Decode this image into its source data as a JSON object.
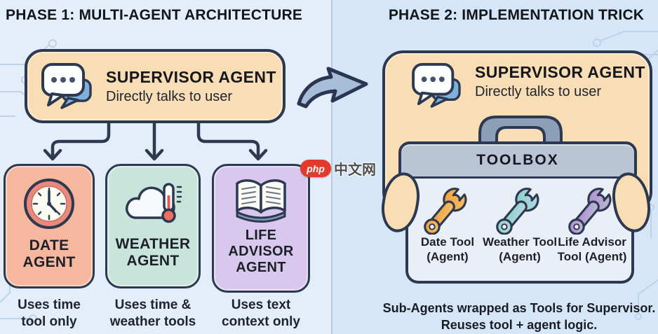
{
  "phase1": {
    "title": "PHASE 1: MULTI-AGENT ARCHITECTURE",
    "supervisor": {
      "title": "SUPERVISOR AGENT",
      "subtitle": "Directly talks to user",
      "icon": "chat-bubbles-icon"
    },
    "agents": [
      {
        "label_lines": [
          "DATE",
          "AGENT"
        ],
        "icon": "clock-icon",
        "caption_lines": [
          "Uses time",
          "tool only"
        ]
      },
      {
        "label_lines": [
          "WEATHER",
          "AGENT"
        ],
        "icon": "cloud-thermometer-icon",
        "caption_lines": [
          "Uses time &",
          "weather tools"
        ]
      },
      {
        "label_lines": [
          "LIFE",
          "ADVISOR",
          "AGENT"
        ],
        "icon": "open-book-icon",
        "caption_lines": [
          "Uses text",
          "context only"
        ]
      }
    ]
  },
  "phase2": {
    "title": "PHASE 2: IMPLEMENTATION TRICK",
    "supervisor": {
      "title": "SUPERVISOR AGENT",
      "subtitle": "Directly talks to user",
      "icon": "chat-bubbles-icon"
    },
    "toolbox": {
      "label": "TOOLBOX",
      "tools": [
        {
          "label_lines": [
            "Date Tool",
            "(Agent)"
          ],
          "icon": "wrench-icon"
        },
        {
          "label_lines": [
            "Weather Tool",
            "(Agent)"
          ],
          "icon": "wrench-icon"
        },
        {
          "label_lines": [
            "Life Advisor",
            "Tool (Agent)"
          ],
          "icon": "wrench-icon"
        }
      ]
    },
    "caption_lines": [
      "Sub-Agents wrapped as Tools for Supervisor.",
      "Reuses tool + agent logic."
    ]
  },
  "watermark": {
    "badge": "php",
    "text": "中文网"
  },
  "colors": {
    "ink": "#2d3950",
    "background_left": "#e3eefa",
    "background_right": "#d4e6f7",
    "supervisor_box": "#f9deb5",
    "date_agent": "#f5b79d",
    "weather_agent": "#c9e4da",
    "life_advisor_agent": "#d9c8ee",
    "toolbox_lid": "#b9c5d5",
    "toolbox_body": "#eaeff7",
    "toolbox_handle": "#8ba0b7",
    "transition_arrow": "#a7bdd8",
    "date_tool_wrench": "#ee9d3f",
    "weather_tool_wrench": "#86cfc0",
    "life_advisor_tool_wrench": "#b284d8",
    "watermark_red": "#e23b2c"
  }
}
